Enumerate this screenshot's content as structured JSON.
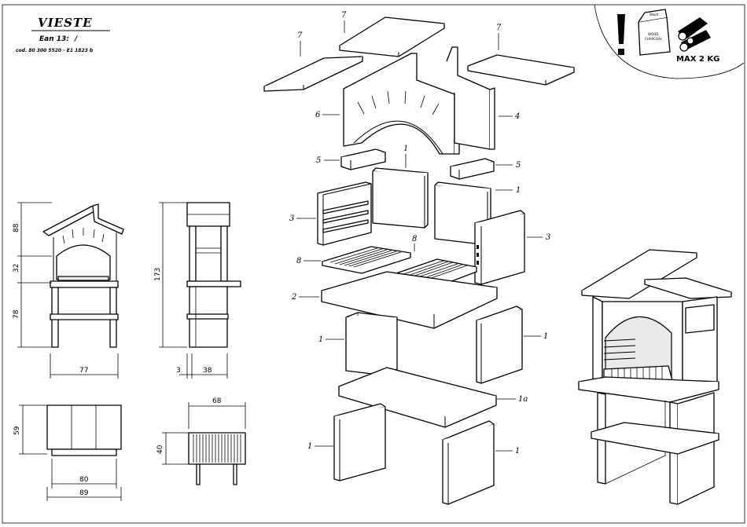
{
  "header": {
    "title": "VIESTE",
    "ean_label": "Ean 13:",
    "ean_value": "/",
    "code": "cod. 80 300 5520 - E1 1823 b"
  },
  "warning": {
    "max_load": "MAX 2 KG",
    "bag_brand": "Wood",
    "bag_text_1": "WOOD",
    "bag_text_2": "CHARCOAL"
  },
  "dimensions": {
    "front_height_roof": "88",
    "front_height_mid": "32",
    "front_height_base": "78",
    "front_width": "77",
    "side_height_total": "173",
    "side_depth_small": "3",
    "side_depth": "38",
    "top_depth": "59",
    "top_width_inner": "80",
    "top_width_outer": "89",
    "grill_width": "68",
    "grill_depth": "40"
  },
  "parts": {
    "p1": "1",
    "p1a": "1a",
    "p2": "2",
    "p3": "3",
    "p4": "4",
    "p5": "5",
    "p6": "6",
    "p7": "7",
    "p8": "8"
  }
}
